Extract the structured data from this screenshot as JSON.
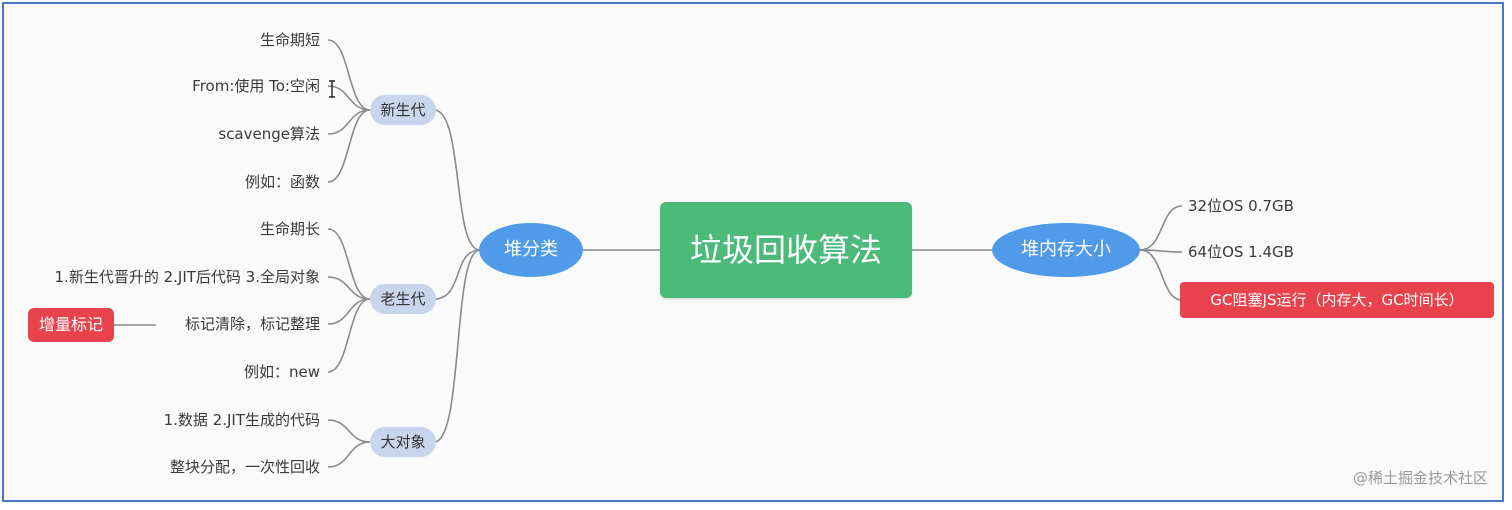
{
  "mindmap": {
    "root": "垃圾回收算法",
    "left_branch": {
      "label": "堆分类",
      "young": {
        "label": "新生代",
        "items": [
          "生命期短",
          "From:使用 To:空闲",
          "scavenge算法",
          "例如：函数"
        ]
      },
      "old": {
        "label": "老生代",
        "items": [
          "生命期长",
          "1.新生代晋升的 2.JIT后代码 3.全局对象",
          "标记清除，标记整理",
          "例如：new"
        ],
        "tag": "增量标记"
      },
      "large": {
        "label": "大对象",
        "items": [
          "1.数据 2.JIT生成的代码",
          "整块分配，一次性回收"
        ]
      }
    },
    "right_branch": {
      "label": "堆内存大小",
      "items": [
        "32位OS 0.7GB",
        "64位OS 1.4GB",
        "GC阻塞JS运行（内存大，GC时间长）"
      ]
    }
  },
  "colors": {
    "root": "#4cbb7a",
    "branch": "#4f9be9",
    "sub": "#c9d5ec",
    "highlight": "#e8434c",
    "border": "#4a78c9"
  },
  "watermark": "@稀土掘金技术社区"
}
